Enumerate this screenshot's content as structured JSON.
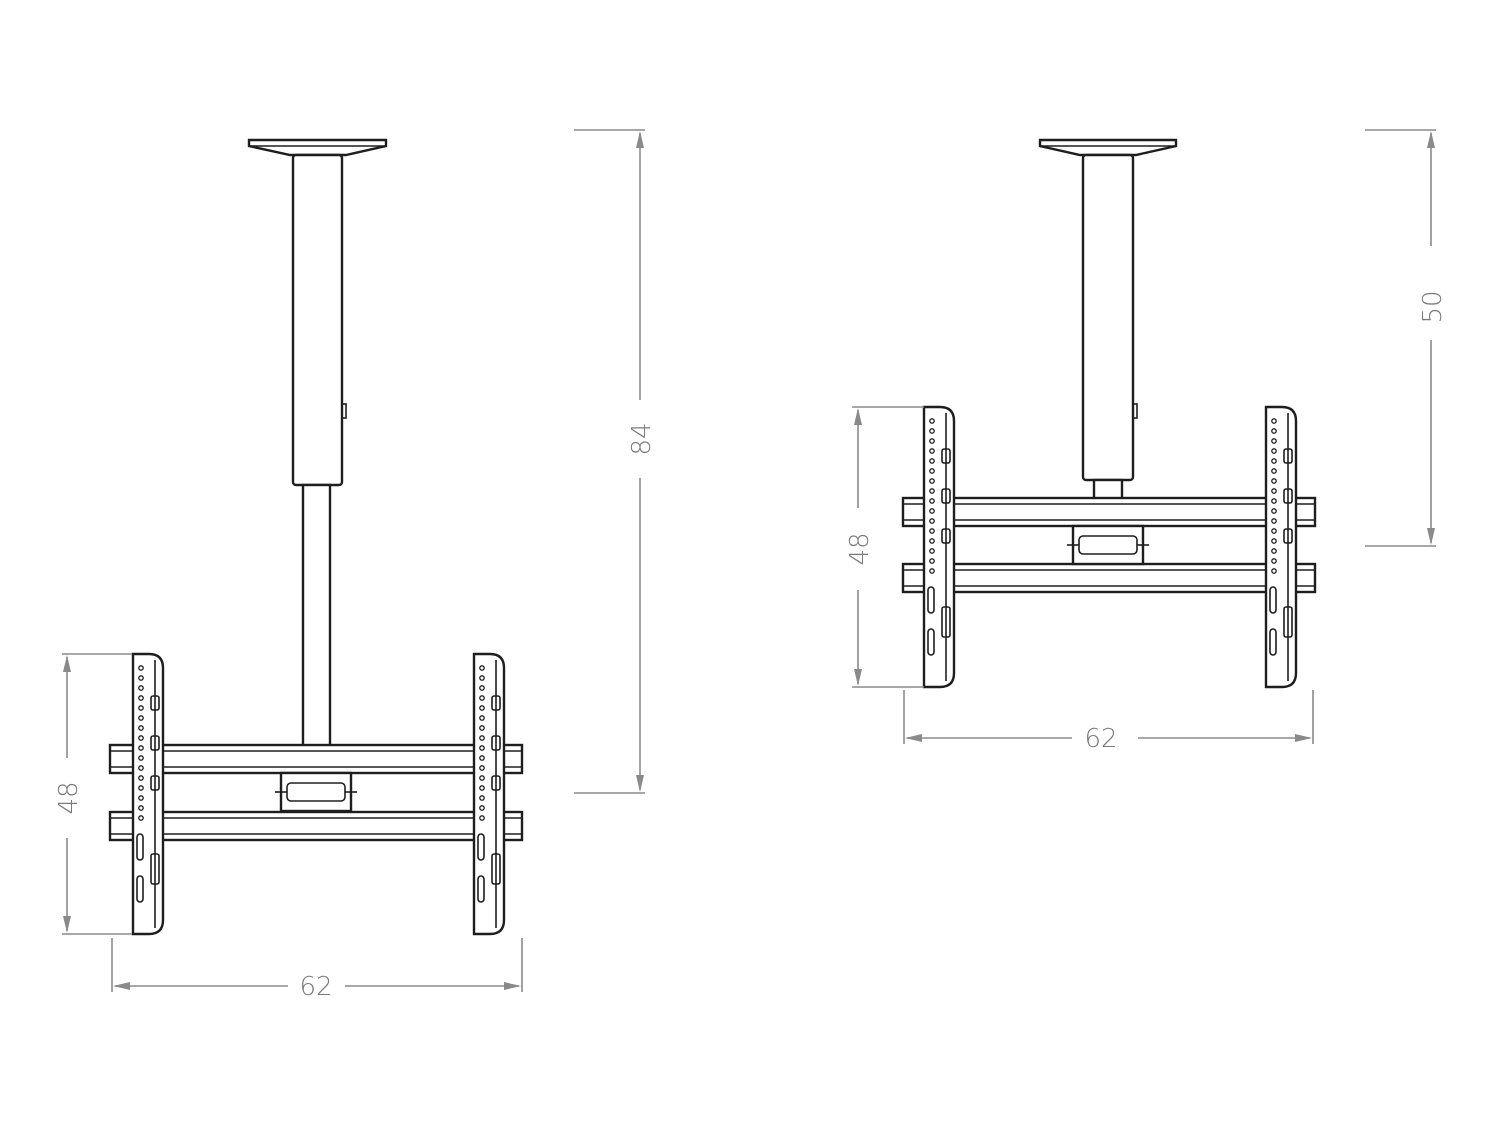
{
  "views": [
    {
      "id": "extended",
      "dimensions": {
        "height": "84",
        "bracket_height": "48",
        "width": "62"
      }
    },
    {
      "id": "retracted",
      "dimensions": {
        "height": "50",
        "bracket_height": "48",
        "width": "62"
      }
    }
  ],
  "colors": {
    "line": "#1e1e1e",
    "dimension": "#8a8a8a"
  }
}
